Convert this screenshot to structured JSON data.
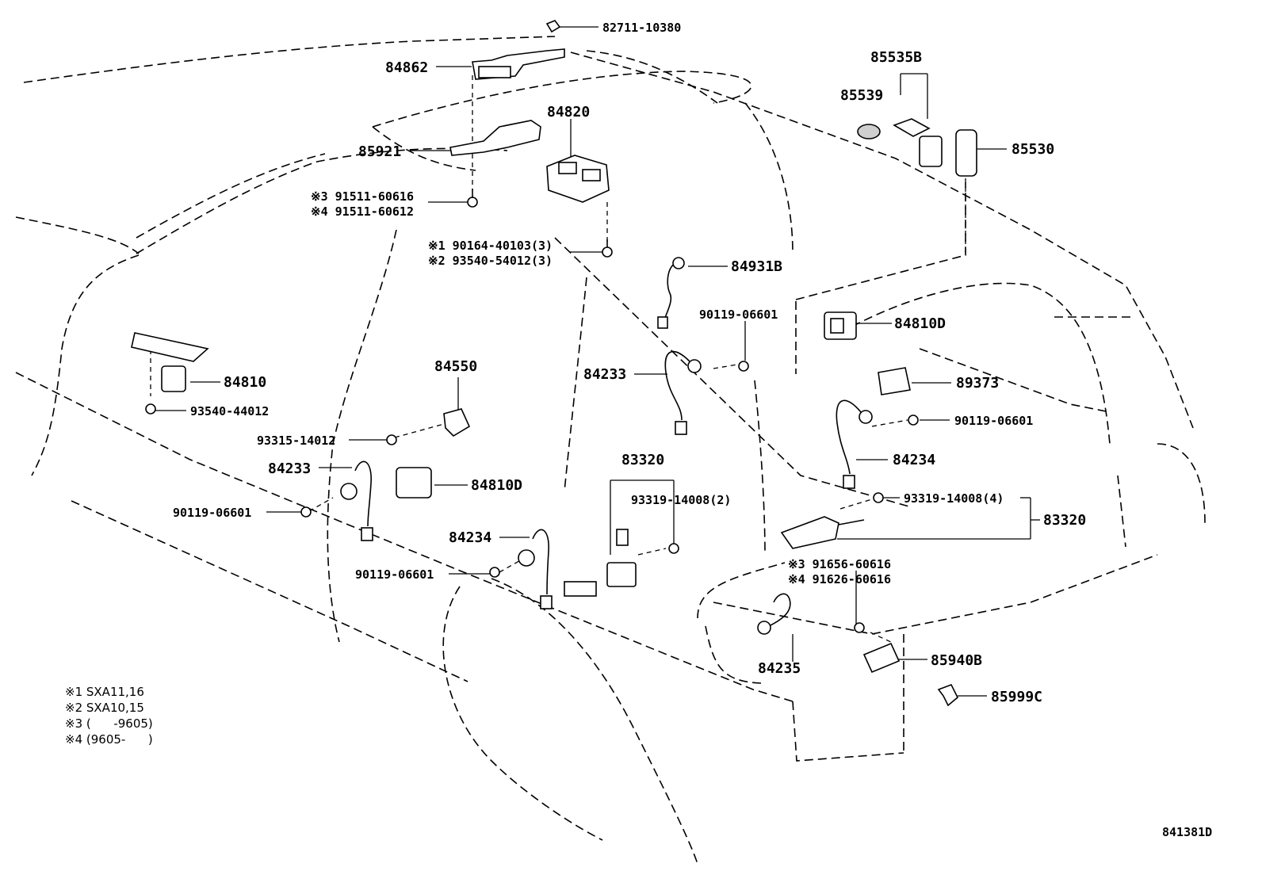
{
  "diagram": {
    "code": "841381D",
    "labels": {
      "l_82711": "82711-10380",
      "l_84862": "84862",
      "l_84820": "84820",
      "l_85921": "85921",
      "l_91511a": "※3 91511-60616",
      "l_91511b": "※4 91511-60612",
      "l_90164": "※1 90164-40103(3)",
      "l_93540a": "※2 93540-54012(3)",
      "l_85535B": "85535B",
      "l_85539": "85539",
      "l_85530": "85530",
      "l_84931B": "84931B",
      "l_90119a": "90119-06601",
      "l_84810D_r": "84810D",
      "l_84233_c": "84233",
      "l_89373": "89373",
      "l_90119b": "90119-06601",
      "l_84234_r": "84234",
      "l_93319r": "93319-14008(4)",
      "l_83320_r": "83320",
      "l_84810": "84810",
      "l_93540b": "93540-44012",
      "l_84550": "84550",
      "l_93315": "93315-14012",
      "l_84233_l": "84233",
      "l_84810D_l": "84810D",
      "l_90119c": "90119-06601",
      "l_83320_c": "83320",
      "l_93319c": "93319-14008(2)",
      "l_84234_c": "84234",
      "l_90119d": "90119-06601",
      "l_91656": "※3 91656-60616",
      "l_91626": "※4 91626-60616",
      "l_84235": "84235",
      "l_85940B": "85940B",
      "l_85999C": "85999C"
    },
    "notes": [
      "※1 SXA11,16",
      "※2 SXA10,15",
      "※3 (      -9605)",
      "※4 (9605-      )"
    ]
  }
}
